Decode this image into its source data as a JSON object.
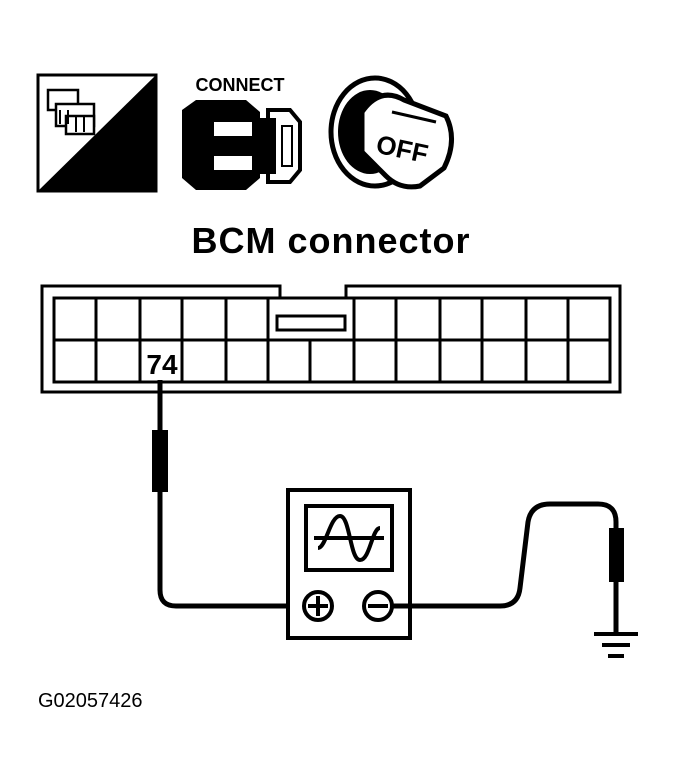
{
  "icons": {
    "harness_label": "H.S.",
    "connect_label": "CONNECT",
    "ignition_label": "OFF"
  },
  "title": "BCM connector",
  "connector": {
    "pin_label": "74"
  },
  "meter": {
    "positive_symbol": "+",
    "negative_symbol": "−"
  },
  "figure_id": "G02057426"
}
